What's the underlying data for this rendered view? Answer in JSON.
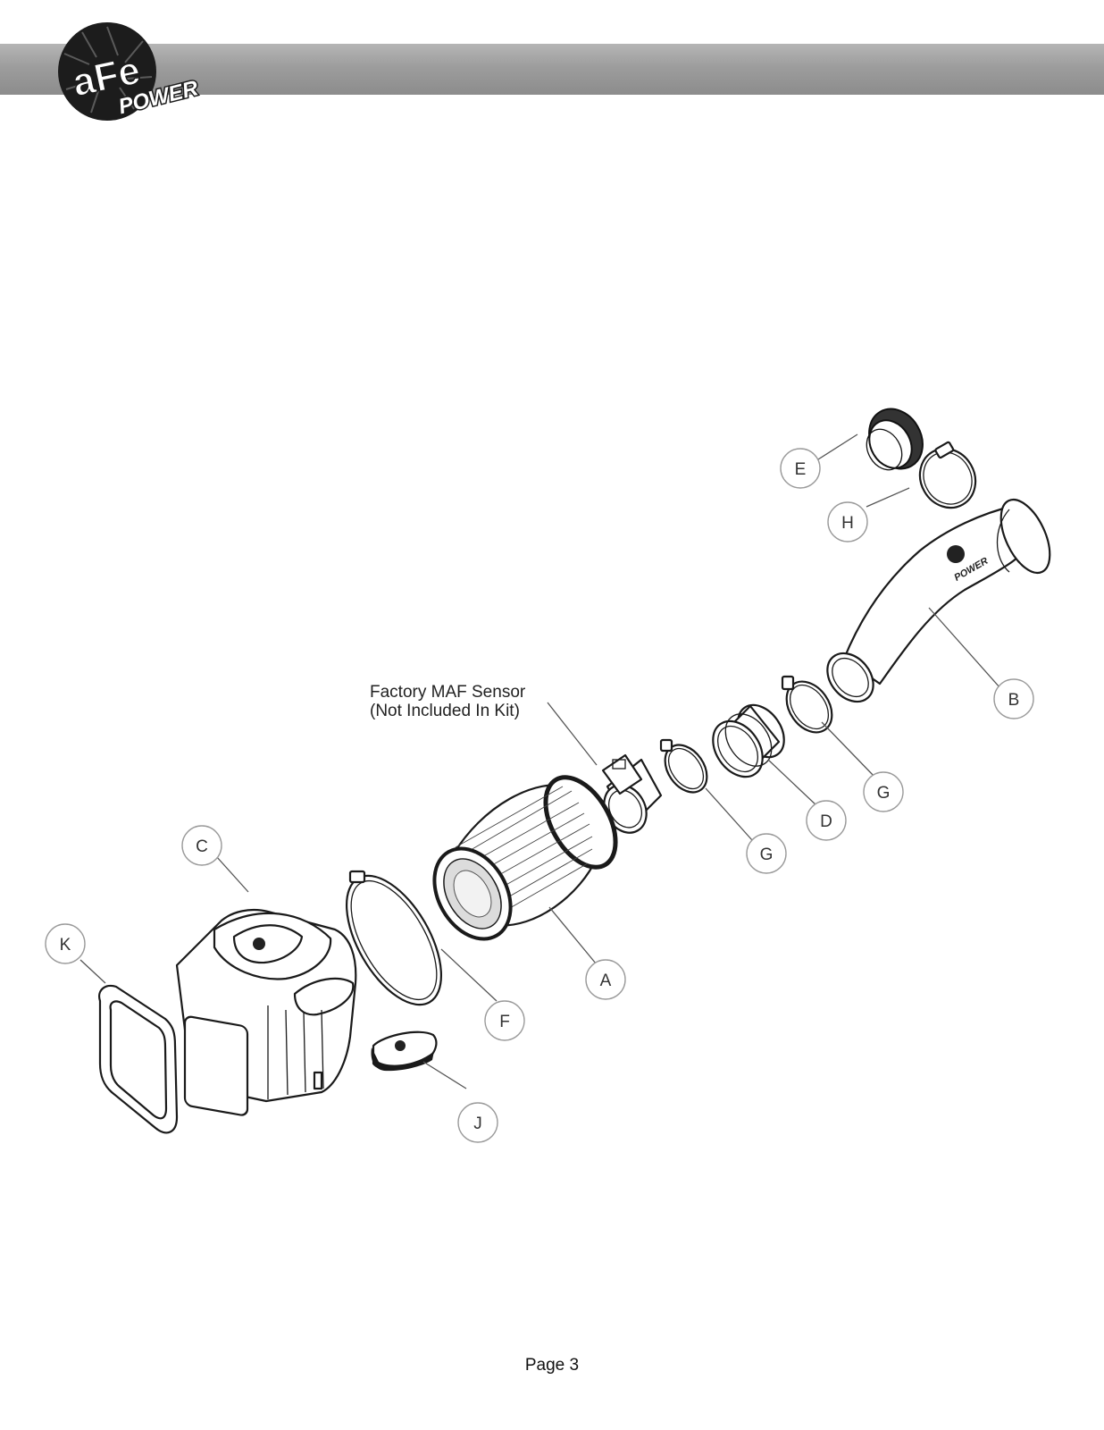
{
  "header": {
    "logo_mark": "aFe",
    "logo_word": "POWER"
  },
  "diagram": {
    "maf_note": {
      "line1": "Factory MAF Sensor",
      "line2": "(Not Included In Kit)"
    },
    "callouts": {
      "A": "A",
      "B": "B",
      "C": "C",
      "D": "D",
      "E": "E",
      "F": "F",
      "G": "G",
      "H": "H",
      "J": "J",
      "K": "K"
    }
  },
  "footer": {
    "page_label": "Page 3"
  }
}
